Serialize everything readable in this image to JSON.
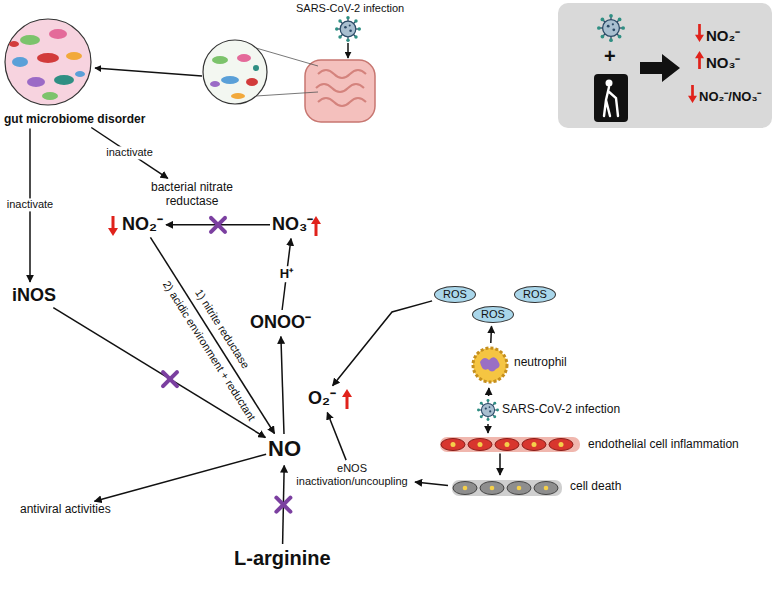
{
  "diagram": {
    "nodes": [
      {
        "text": [
          "SARS-CoV-2 infection"
        ]
      },
      {
        "text": [
          "NO₂⁻",
          "NO₃⁻",
          "NO₂⁻/NO₃⁻"
        ]
      },
      {
        "text": [
          "gut microbiome disorder"
        ]
      },
      {
        "text": [
          "bacterial nitrate reductase"
        ]
      },
      {
        "text": [
          "NO₂⁻"
        ]
      },
      {
        "text": [
          "NO₃⁻"
        ]
      },
      {
        "text": [
          "iNOS"
        ]
      },
      {
        "text": [
          "ONOO⁻"
        ]
      },
      {
        "text": [
          "ROS"
        ]
      },
      {
        "text": [
          "ROS"
        ]
      },
      {
        "text": [
          "ROS"
        ]
      },
      {
        "text": [
          "O₂⁻"
        ]
      },
      {
        "text": [
          "neutrophil"
        ]
      },
      {
        "text": [
          "NO"
        ]
      },
      {
        "text": [
          "SARS-CoV-2 infection"
        ]
      },
      {
        "text": [
          "endothelial cell inflammation"
        ]
      },
      {
        "text": [
          "antiviral activities"
        ]
      },
      {
        "text": [
          "cell death"
        ]
      },
      {
        "text": [
          "eNOS inactivation/uncoupling"
        ]
      },
      {
        "text": [
          "L-arginine"
        ]
      }
    ],
    "edges": [
      {
        "from": 2,
        "to": 6,
        "label": "inactivate",
        "arrow": "to"
      },
      {
        "from": 2,
        "to": 3,
        "label": "inactivate",
        "arrow": "to"
      },
      {
        "from": 5,
        "to": 4,
        "arrow": "to"
      },
      {
        "from": 4,
        "to": 13,
        "label": "1) nitrite reductase",
        "arrow": "to"
      },
      {
        "from": 6,
        "to": 13,
        "arrow": "to"
      },
      {
        "from": 13,
        "to": 7,
        "arrow": "to"
      },
      {
        "from": 7,
        "to": 5,
        "label": "H⁺",
        "arrow": "to"
      },
      {
        "from": 8,
        "to": 11,
        "arrow": "to"
      },
      {
        "from": 12,
        "to": 9,
        "arrow": "to"
      },
      {
        "from": 14,
        "to": 12,
        "arrow": "to"
      },
      {
        "from": 14,
        "to": 15,
        "arrow": "to"
      },
      {
        "from": 15,
        "to": 17,
        "arrow": "to"
      },
      {
        "from": 17,
        "to": 18,
        "arrow": "to"
      },
      {
        "from": 18,
        "to": 11,
        "arrow": "to"
      },
      {
        "from": 19,
        "to": 13,
        "arrow": "to"
      },
      {
        "from": 13,
        "to": 16,
        "arrow": "to"
      }
    ],
    "labels": [
      "2) acidic environment + reductant",
      "+"
    ]
  }
}
